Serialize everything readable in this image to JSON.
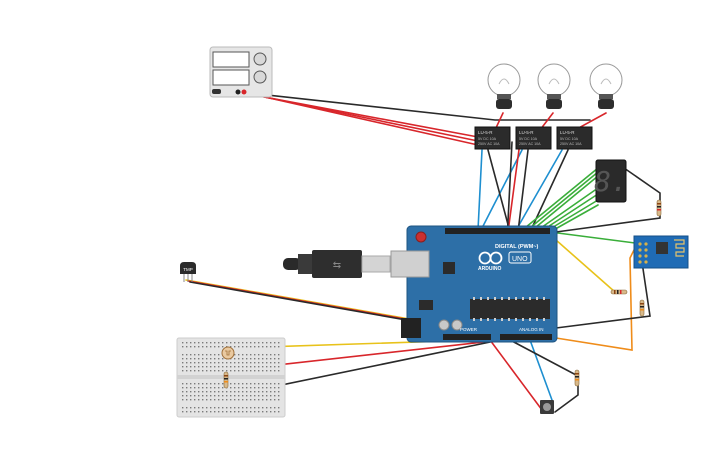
{
  "canvas": {
    "background": "#ffffff"
  },
  "power_supply": {
    "icon": "power-supply-icon"
  },
  "bulbs": {
    "count": 3,
    "icon": "light-bulb-icon"
  },
  "relays": {
    "line1": "LU-5-R",
    "line2": "5V DC 10A",
    "line3": "250V AC 10A",
    "count": 3
  },
  "seven_segment": {
    "digit": "8."
  },
  "arduino": {
    "brand": "ARDUINO",
    "model": "UNO",
    "digital_label": "DIGITAL (PWM~)",
    "analog_label": "ANALOG IN",
    "power_label": "POWER",
    "board_color": "#2d6fa7"
  },
  "temp_sensor": {
    "label": "TMP"
  },
  "wifi_module": {
    "icon": "esp8266-icon"
  },
  "wire_colors": {
    "red": "#d8262b",
    "black": "#2a2a2a",
    "blue": "#1e8fd0",
    "green": "#3aae3a",
    "yellow": "#e8c21a",
    "orange": "#ef8c1a"
  }
}
